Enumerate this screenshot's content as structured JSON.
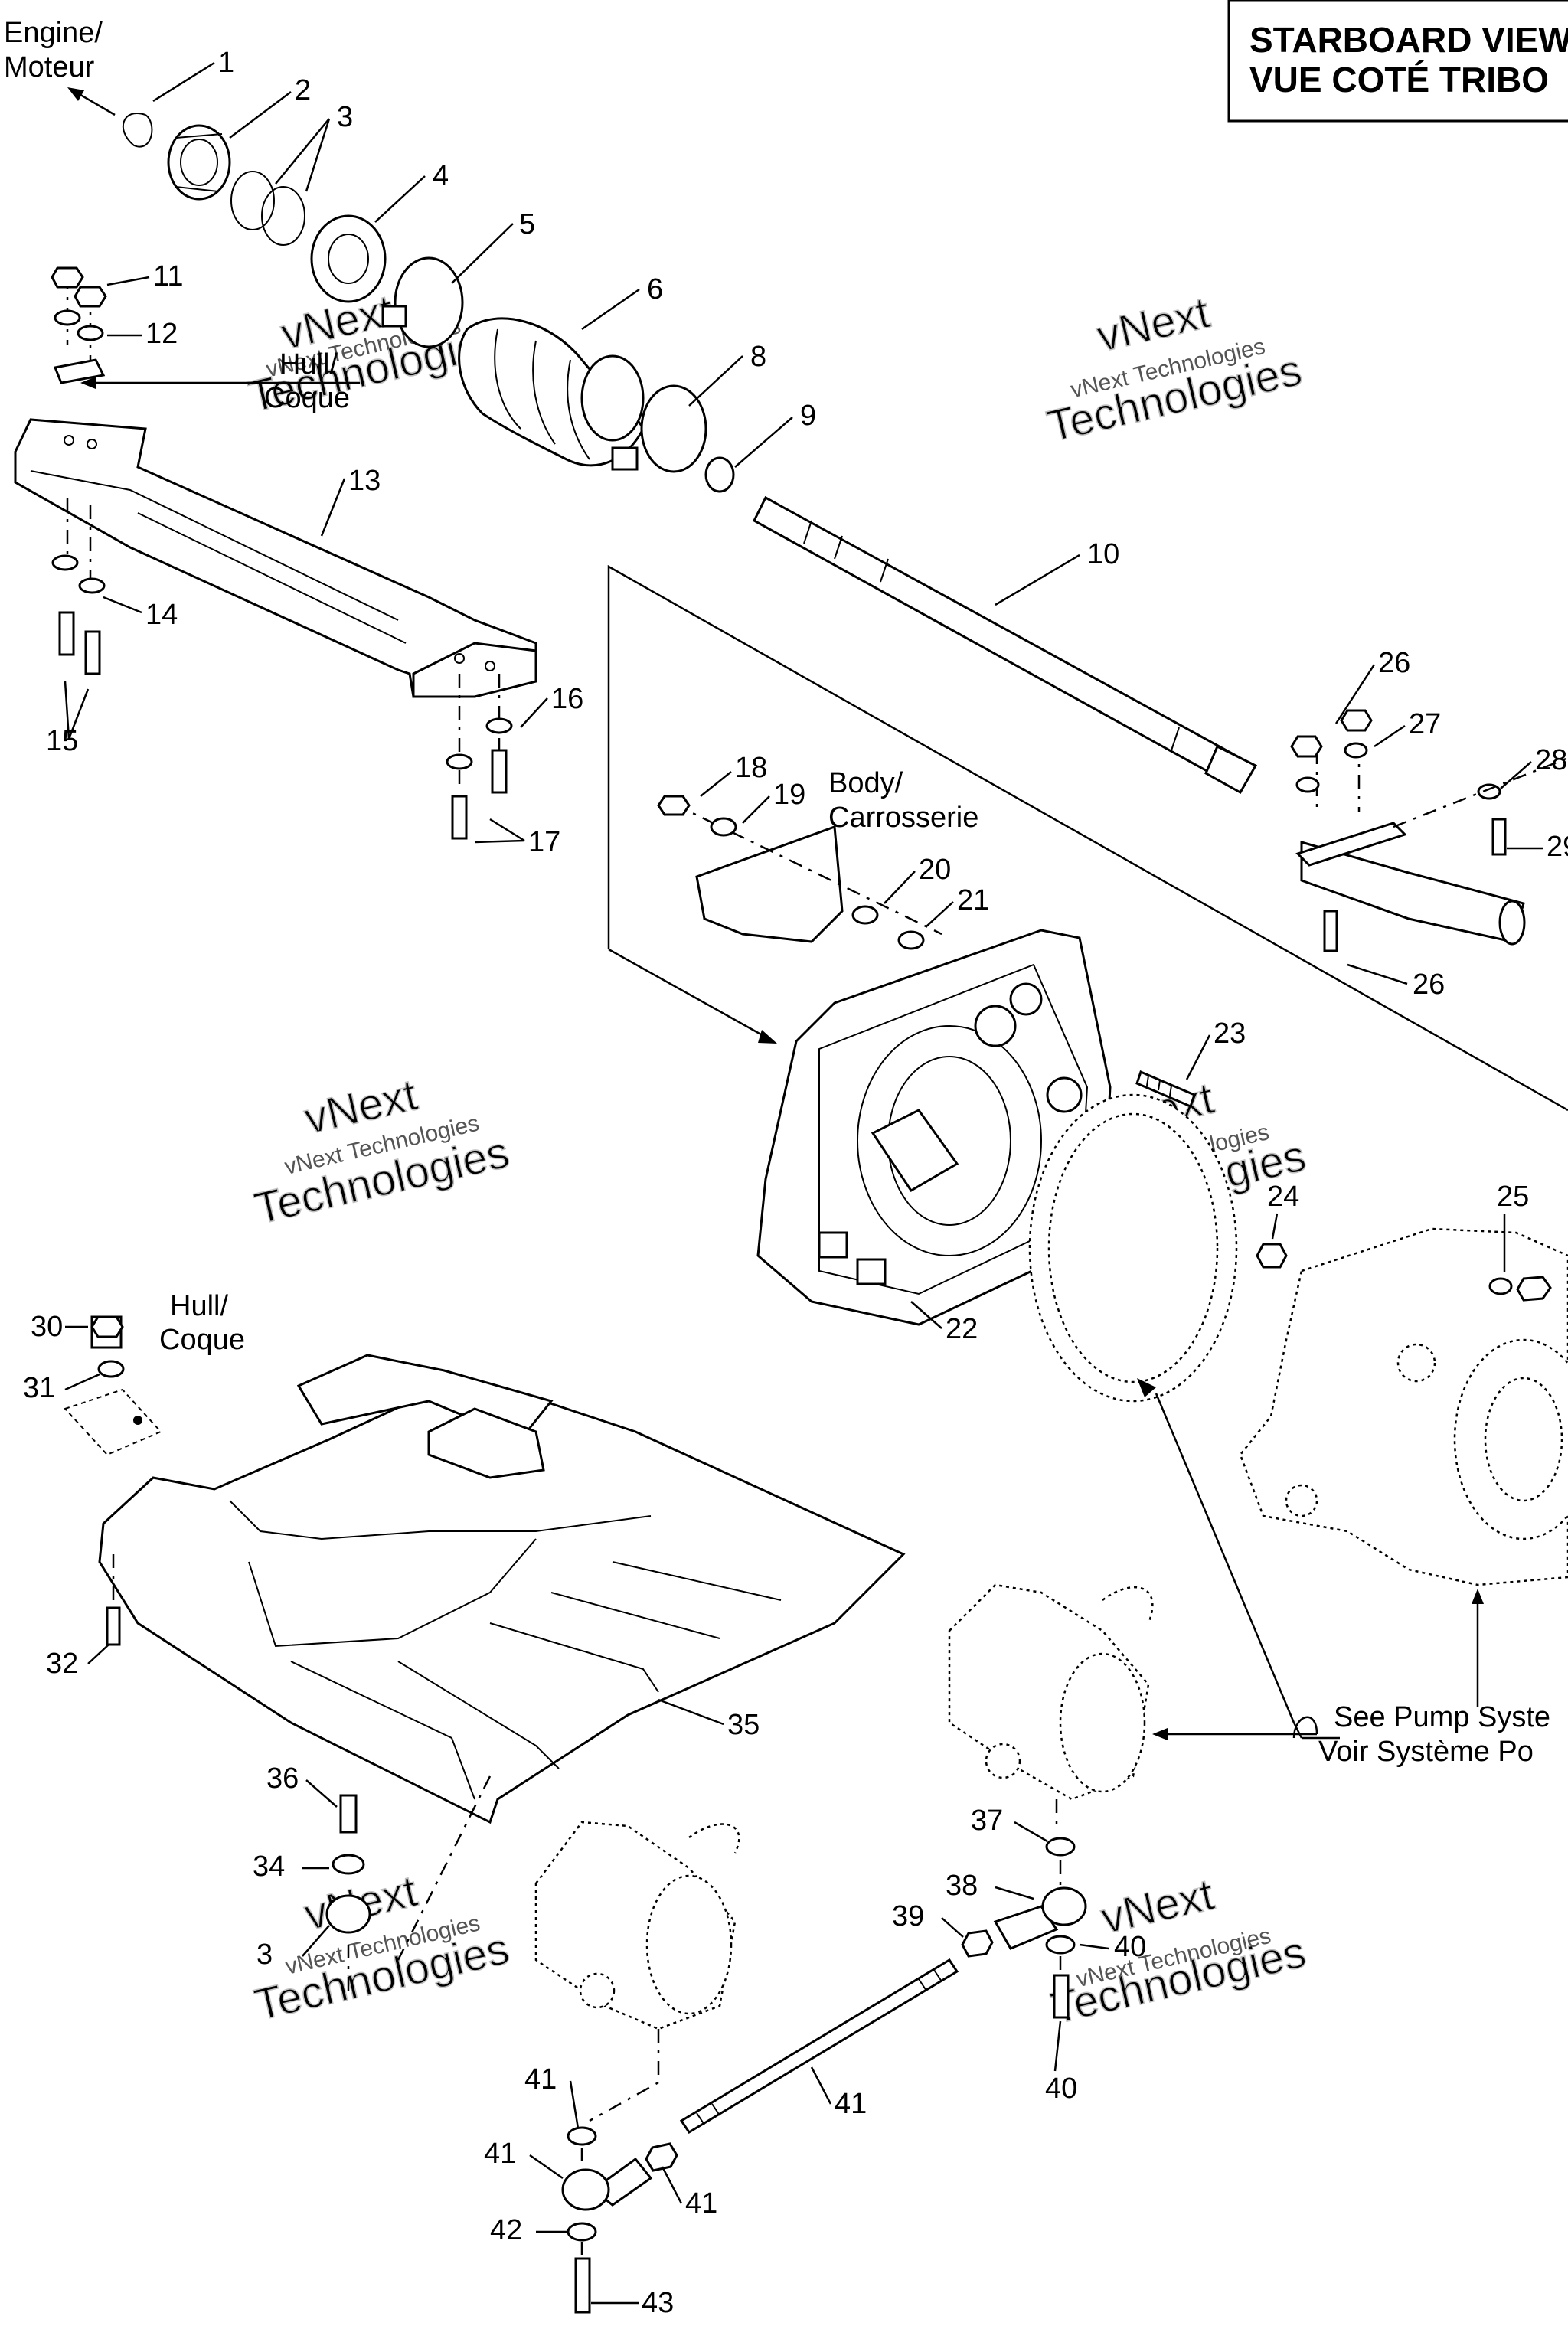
{
  "title": {
    "line1": "STARBOARD VIEW",
    "line2": "VUE COTÉ TRIBO"
  },
  "labels": {
    "engine": {
      "line1": "Engine/",
      "line2": "Moteur"
    },
    "hull_top": {
      "line1": "Hull/",
      "line2": "Coque"
    },
    "body": {
      "line1": "Body/",
      "line2": "Carrosserie"
    },
    "hull_left": {
      "line1": "Hull/",
      "line2": "Coque"
    },
    "pump": {
      "line1": "See Pump Syste",
      "line2": "Voir Système Po"
    }
  },
  "watermark": {
    "logo": "vNext",
    "brand": "Technologies",
    "caption": "vNext Technologies"
  },
  "callouts": [
    "1",
    "2",
    "3",
    "4",
    "5",
    "6",
    "8",
    "9",
    "10",
    "11",
    "12",
    "13",
    "14",
    "15",
    "16",
    "17",
    "18",
    "19",
    "20",
    "21",
    "22",
    "23",
    "24",
    "25",
    "26",
    "26",
    "27",
    "28",
    "29",
    "30",
    "31",
    "32",
    "35",
    "36",
    "34",
    "3",
    "37",
    "38",
    "39",
    "40",
    "40",
    "41",
    "41",
    "41",
    "41",
    "42",
    "43"
  ]
}
